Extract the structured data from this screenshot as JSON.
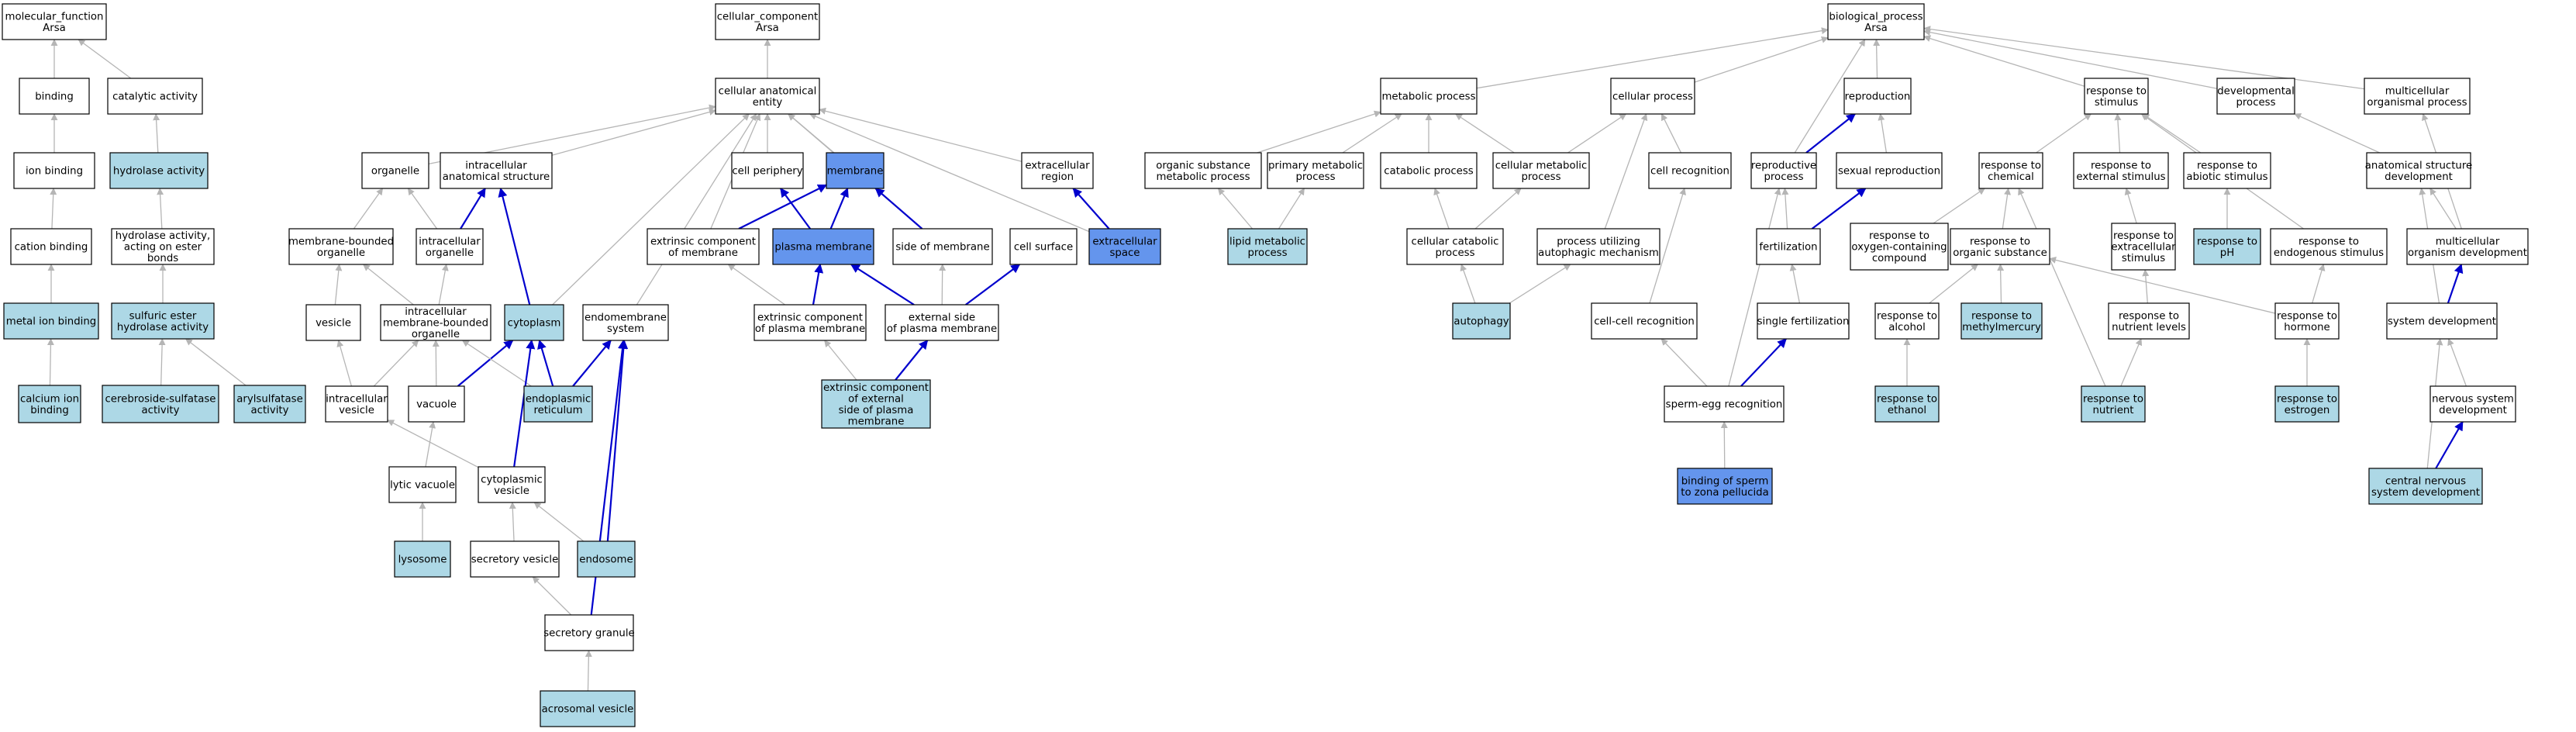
{
  "colors": {
    "white": "#ffffff",
    "light": "#add8e6",
    "strong": "#6495ed",
    "edge_gray": "#b5b5b5",
    "edge_blue": "#0000cd"
  },
  "nodes": {
    "mf": {
      "lines": [
        "molecular_function",
        "Arsa"
      ],
      "fill": "white"
    },
    "binding": {
      "lines": [
        "binding"
      ],
      "fill": "white"
    },
    "catact": {
      "lines": [
        "catalytic activity"
      ],
      "fill": "white"
    },
    "ionb": {
      "lines": [
        "ion binding"
      ],
      "fill": "white"
    },
    "hydro": {
      "lines": [
        "hydrolase activity"
      ],
      "fill": "light"
    },
    "cationb": {
      "lines": [
        "cation binding"
      ],
      "fill": "white"
    },
    "hydroester": {
      "lines": [
        "hydrolase activity,",
        "acting on ester",
        "bonds"
      ],
      "fill": "white"
    },
    "metalb": {
      "lines": [
        "metal ion binding"
      ],
      "fill": "light"
    },
    "sulfester": {
      "lines": [
        "sulfuric ester",
        "hydrolase activity"
      ],
      "fill": "light"
    },
    "calciumb": {
      "lines": [
        "calcium ion",
        "binding"
      ],
      "fill": "light"
    },
    "cerebro": {
      "lines": [
        "cerebroside-sulfatase",
        "activity"
      ],
      "fill": "light"
    },
    "arylsulf": {
      "lines": [
        "arylsulfatase",
        "activity"
      ],
      "fill": "light"
    },
    "cc": {
      "lines": [
        "cellular_component",
        "Arsa"
      ],
      "fill": "white"
    },
    "cae": {
      "lines": [
        "cellular anatomical",
        "entity"
      ],
      "fill": "white"
    },
    "organelle": {
      "lines": [
        "organelle"
      ],
      "fill": "white"
    },
    "ias": {
      "lines": [
        "intracellular",
        "anatomical structure"
      ],
      "fill": "white"
    },
    "cellper": {
      "lines": [
        "cell periphery"
      ],
      "fill": "white"
    },
    "membrane": {
      "lines": [
        "membrane"
      ],
      "fill": "strong"
    },
    "extreg": {
      "lines": [
        "extracellular",
        "region"
      ],
      "fill": "white"
    },
    "mbo": {
      "lines": [
        "membrane-bounded",
        "organelle"
      ],
      "fill": "white"
    },
    "intorg": {
      "lines": [
        "intracellular",
        "organelle"
      ],
      "fill": "white"
    },
    "extcompmem": {
      "lines": [
        "extrinsic component",
        "of membrane"
      ],
      "fill": "white"
    },
    "plasmamem": {
      "lines": [
        "plasma membrane"
      ],
      "fill": "strong"
    },
    "sideofmem": {
      "lines": [
        "side of membrane"
      ],
      "fill": "white"
    },
    "cellsurf": {
      "lines": [
        "cell surface"
      ],
      "fill": "white"
    },
    "extspace": {
      "lines": [
        "extracellular",
        "space"
      ],
      "fill": "strong"
    },
    "vesicle": {
      "lines": [
        "vesicle"
      ],
      "fill": "white"
    },
    "imbo": {
      "lines": [
        "intracellular",
        "membrane-bounded",
        "organelle"
      ],
      "fill": "white"
    },
    "cytoplasm": {
      "lines": [
        "cytoplasm"
      ],
      "fill": "light"
    },
    "endomem": {
      "lines": [
        "endomembrane",
        "system"
      ],
      "fill": "white"
    },
    "extcomppm": {
      "lines": [
        "extrinsic component",
        "of plasma membrane"
      ],
      "fill": "white"
    },
    "extsidepm": {
      "lines": [
        "external side",
        "of plasma membrane"
      ],
      "fill": "white"
    },
    "intves": {
      "lines": [
        "intracellular",
        "vesicle"
      ],
      "fill": "white"
    },
    "vacuole": {
      "lines": [
        "vacuole"
      ],
      "fill": "white"
    },
    "er": {
      "lines": [
        "endoplasmic",
        "reticulum"
      ],
      "fill": "light"
    },
    "extcompext": {
      "lines": [
        "extrinsic component",
        "of external",
        "side of plasma",
        "membrane"
      ],
      "fill": "light"
    },
    "lyticvac": {
      "lines": [
        "lytic vacuole"
      ],
      "fill": "white"
    },
    "cytoves": {
      "lines": [
        "cytoplasmic",
        "vesicle"
      ],
      "fill": "white"
    },
    "lysosome": {
      "lines": [
        "lysosome"
      ],
      "fill": "light"
    },
    "secves": {
      "lines": [
        "secretory vesicle"
      ],
      "fill": "white"
    },
    "endosome": {
      "lines": [
        "endosome"
      ],
      "fill": "light"
    },
    "secgran": {
      "lines": [
        "secretory granule"
      ],
      "fill": "white"
    },
    "acrosomal": {
      "lines": [
        "acrosomal vesicle"
      ],
      "fill": "light"
    },
    "bp": {
      "lines": [
        "biological_process",
        "Arsa"
      ],
      "fill": "white"
    },
    "metproc": {
      "lines": [
        "metabolic process"
      ],
      "fill": "white"
    },
    "cellproc": {
      "lines": [
        "cellular process"
      ],
      "fill": "white"
    },
    "repro": {
      "lines": [
        "reproduction"
      ],
      "fill": "white"
    },
    "respstim": {
      "lines": [
        "response to",
        "stimulus"
      ],
      "fill": "white"
    },
    "devproc": {
      "lines": [
        "developmental",
        "process"
      ],
      "fill": "white"
    },
    "multiorg": {
      "lines": [
        "multicellular",
        "organismal process"
      ],
      "fill": "white"
    },
    "orgsub": {
      "lines": [
        "organic substance",
        "metabolic process"
      ],
      "fill": "white"
    },
    "primmet": {
      "lines": [
        "primary metabolic",
        "process"
      ],
      "fill": "white"
    },
    "catab": {
      "lines": [
        "catabolic process"
      ],
      "fill": "white"
    },
    "cellmet": {
      "lines": [
        "cellular metabolic",
        "process"
      ],
      "fill": "white"
    },
    "cellrec": {
      "lines": [
        "cell recognition"
      ],
      "fill": "white"
    },
    "reprproc": {
      "lines": [
        "reproductive",
        "process"
      ],
      "fill": "white"
    },
    "sexrepro": {
      "lines": [
        "sexual reproduction"
      ],
      "fill": "white"
    },
    "respchem": {
      "lines": [
        "response to",
        "chemical"
      ],
      "fill": "white"
    },
    "respext": {
      "lines": [
        "response to",
        "external stimulus"
      ],
      "fill": "white"
    },
    "respabio": {
      "lines": [
        "response to",
        "abiotic stimulus"
      ],
      "fill": "white"
    },
    "anatdev": {
      "lines": [
        "anatomical structure",
        "development"
      ],
      "fill": "white"
    },
    "lipidmet": {
      "lines": [
        "lipid metabolic",
        "process"
      ],
      "fill": "light"
    },
    "cellcat": {
      "lines": [
        "cellular catabolic",
        "process"
      ],
      "fill": "white"
    },
    "procauto": {
      "lines": [
        "process utilizing",
        "autophagic mechanism"
      ],
      "fill": "white"
    },
    "fert": {
      "lines": [
        "fertilization"
      ],
      "fill": "white"
    },
    "respoxy": {
      "lines": [
        "response to",
        "oxygen-containing",
        "compound"
      ],
      "fill": "white"
    },
    "resporg": {
      "lines": [
        "response to",
        "organic substance"
      ],
      "fill": "white"
    },
    "respextc": {
      "lines": [
        "response to",
        "extracellular",
        "stimulus"
      ],
      "fill": "white"
    },
    "respph": {
      "lines": [
        "response to",
        "pH"
      ],
      "fill": "light"
    },
    "respendo": {
      "lines": [
        "response to",
        "endogenous stimulus"
      ],
      "fill": "white"
    },
    "multidev": {
      "lines": [
        "multicellular",
        "organism development"
      ],
      "fill": "white"
    },
    "autophagy": {
      "lines": [
        "autophagy"
      ],
      "fill": "light"
    },
    "cellcell": {
      "lines": [
        "cell-cell recognition"
      ],
      "fill": "white"
    },
    "singlefert": {
      "lines": [
        "single fertilization"
      ],
      "fill": "white"
    },
    "respalc": {
      "lines": [
        "response to",
        "alcohol"
      ],
      "fill": "white"
    },
    "respmethyl": {
      "lines": [
        "response to",
        "methylmercury"
      ],
      "fill": "light"
    },
    "respnutlev": {
      "lines": [
        "response to",
        "nutrient levels"
      ],
      "fill": "white"
    },
    "resphorm": {
      "lines": [
        "response to",
        "hormone"
      ],
      "fill": "white"
    },
    "sysdev": {
      "lines": [
        "system development"
      ],
      "fill": "white"
    },
    "spermegg": {
      "lines": [
        "sperm-egg recognition"
      ],
      "fill": "white"
    },
    "respeth": {
      "lines": [
        "response to",
        "ethanol"
      ],
      "fill": "light"
    },
    "respnut": {
      "lines": [
        "response to",
        "nutrient"
      ],
      "fill": "light"
    },
    "respestr": {
      "lines": [
        "response to",
        "estrogen"
      ],
      "fill": "light"
    },
    "nervdev": {
      "lines": [
        "nervous system",
        "development"
      ],
      "fill": "white"
    },
    "bindsperm": {
      "lines": [
        "binding of sperm",
        "to zona pellucida"
      ],
      "fill": "strong"
    },
    "cnsdev": {
      "lines": [
        "central nervous",
        "system development"
      ],
      "fill": "light"
    }
  },
  "edges": [
    [
      "binding",
      "mf",
      "gray"
    ],
    [
      "catact",
      "mf",
      "gray"
    ],
    [
      "ionb",
      "binding",
      "gray"
    ],
    [
      "hydro",
      "catact",
      "gray"
    ],
    [
      "cationb",
      "ionb",
      "gray"
    ],
    [
      "hydroester",
      "hydro",
      "gray"
    ],
    [
      "metalb",
      "cationb",
      "gray"
    ],
    [
      "sulfester",
      "hydroester",
      "gray"
    ],
    [
      "calciumb",
      "metalb",
      "gray"
    ],
    [
      "cerebro",
      "sulfester",
      "gray"
    ],
    [
      "arylsulf",
      "sulfester",
      "gray"
    ],
    [
      "cae",
      "cc",
      "gray"
    ],
    [
      "organelle",
      "cae",
      "gray"
    ],
    [
      "ias",
      "cae",
      "gray"
    ],
    [
      "cellper",
      "cae",
      "gray"
    ],
    [
      "membrane",
      "cae",
      "gray"
    ],
    [
      "extreg",
      "cae",
      "gray"
    ],
    [
      "extcompmem",
      "cae",
      "gray"
    ],
    [
      "sideofmem",
      "cae",
      "gray"
    ],
    [
      "cytoplasm",
      "cae",
      "gray"
    ],
    [
      "endomem",
      "cae",
      "gray"
    ],
    [
      "extspace",
      "cae",
      "gray"
    ],
    [
      "mbo",
      "organelle",
      "gray"
    ],
    [
      "intorg",
      "organelle",
      "gray"
    ],
    [
      "intorg",
      "ias",
      "blue"
    ],
    [
      "extcompmem",
      "membrane",
      "blue"
    ],
    [
      "plasmamem",
      "cellper",
      "blue"
    ],
    [
      "plasmamem",
      "membrane",
      "blue"
    ],
    [
      "sideofmem",
      "membrane",
      "blue"
    ],
    [
      "extspace",
      "extreg",
      "blue"
    ],
    [
      "cytoplasm",
      "ias",
      "blue"
    ],
    [
      "vesicle",
      "mbo",
      "gray"
    ],
    [
      "imbo",
      "mbo",
      "gray"
    ],
    [
      "imbo",
      "intorg",
      "gray"
    ],
    [
      "extcomppm",
      "extcompmem",
      "gray"
    ],
    [
      "extcomppm",
      "plasmamem",
      "blue"
    ],
    [
      "extsidepm",
      "plasmamem",
      "blue"
    ],
    [
      "extsidepm",
      "sideofmem",
      "gray"
    ],
    [
      "extsidepm",
      "cellsurf",
      "blue"
    ],
    [
      "intves",
      "vesicle",
      "gray"
    ],
    [
      "intves",
      "imbo",
      "gray"
    ],
    [
      "vacuole",
      "imbo",
      "gray"
    ],
    [
      "vacuole",
      "cytoplasm",
      "blue"
    ],
    [
      "er",
      "imbo",
      "gray"
    ],
    [
      "er",
      "cytoplasm",
      "blue"
    ],
    [
      "er",
      "endomem",
      "blue"
    ],
    [
      "extcompext",
      "extsidepm",
      "blue"
    ],
    [
      "extcompext",
      "extcomppm",
      "gray"
    ],
    [
      "lyticvac",
      "vacuole",
      "gray"
    ],
    [
      "cytoves",
      "intves",
      "gray"
    ],
    [
      "cytoves",
      "cytoplasm",
      "blue"
    ],
    [
      "lysosome",
      "lyticvac",
      "gray"
    ],
    [
      "secves",
      "cytoves",
      "gray"
    ],
    [
      "endosome",
      "cytoves",
      "gray"
    ],
    [
      "endosome",
      "endomem",
      "blue"
    ],
    [
      "secgran",
      "secves",
      "gray"
    ],
    [
      "secgran",
      "endomem",
      "blue"
    ],
    [
      "acrosomal",
      "secgran",
      "gray"
    ],
    [
      "metproc",
      "bp",
      "gray"
    ],
    [
      "cellproc",
      "bp",
      "gray"
    ],
    [
      "repro",
      "bp",
      "gray"
    ],
    [
      "respstim",
      "bp",
      "gray"
    ],
    [
      "devproc",
      "bp",
      "gray"
    ],
    [
      "multiorg",
      "bp",
      "gray"
    ],
    [
      "reprproc",
      "bp",
      "gray"
    ],
    [
      "orgsub",
      "metproc",
      "gray"
    ],
    [
      "primmet",
      "metproc",
      "gray"
    ],
    [
      "catab",
      "metproc",
      "gray"
    ],
    [
      "cellmet",
      "metproc",
      "gray"
    ],
    [
      "cellmet",
      "cellproc",
      "gray"
    ],
    [
      "cellrec",
      "cellproc",
      "gray"
    ],
    [
      "reprproc",
      "repro",
      "blue"
    ],
    [
      "sexrepro",
      "repro",
      "gray"
    ],
    [
      "respchem",
      "respstim",
      "gray"
    ],
    [
      "respext",
      "respstim",
      "gray"
    ],
    [
      "respabio",
      "respstim",
      "gray"
    ],
    [
      "respendo",
      "respstim",
      "gray"
    ],
    [
      "anatdev",
      "devproc",
      "gray"
    ],
    [
      "lipidmet",
      "orgsub",
      "gray"
    ],
    [
      "lipidmet",
      "primmet",
      "gray"
    ],
    [
      "cellcat",
      "catab",
      "gray"
    ],
    [
      "cellcat",
      "cellmet",
      "gray"
    ],
    [
      "procauto",
      "cellproc",
      "gray"
    ],
    [
      "fert",
      "reprproc",
      "gray"
    ],
    [
      "fert",
      "sexrepro",
      "blue"
    ],
    [
      "respoxy",
      "respchem",
      "gray"
    ],
    [
      "resporg",
      "respchem",
      "gray"
    ],
    [
      "respextc",
      "respext",
      "gray"
    ],
    [
      "respph",
      "respabio",
      "gray"
    ],
    [
      "multidev",
      "anatdev",
      "gray"
    ],
    [
      "multidev",
      "multiorg",
      "gray"
    ],
    [
      "autophagy",
      "cellcat",
      "gray"
    ],
    [
      "autophagy",
      "procauto",
      "gray"
    ],
    [
      "cellcell",
      "cellrec",
      "gray"
    ],
    [
      "singlefert",
      "fert",
      "gray"
    ],
    [
      "respalc",
      "resporg",
      "gray"
    ],
    [
      "respmethyl",
      "resporg",
      "gray"
    ],
    [
      "respnutlev",
      "respextc",
      "gray"
    ],
    [
      "resphorm",
      "resporg",
      "gray"
    ],
    [
      "resphorm",
      "respendo",
      "gray"
    ],
    [
      "sysdev",
      "anatdev",
      "gray"
    ],
    [
      "sysdev",
      "multidev",
      "blue"
    ],
    [
      "spermegg",
      "cellcell",
      "gray"
    ],
    [
      "spermegg",
      "singlefert",
      "blue"
    ],
    [
      "spermegg",
      "reprproc",
      "gray"
    ],
    [
      "respeth",
      "respalc",
      "gray"
    ],
    [
      "respnut",
      "respnutlev",
      "gray"
    ],
    [
      "respnut",
      "respchem",
      "gray"
    ],
    [
      "respestr",
      "resphorm",
      "gray"
    ],
    [
      "nervdev",
      "sysdev",
      "gray"
    ],
    [
      "bindsperm",
      "spermegg",
      "gray"
    ],
    [
      "cnsdev",
      "nervdev",
      "blue"
    ],
    [
      "cnsdev",
      "sysdev",
      "gray"
    ]
  ]
}
